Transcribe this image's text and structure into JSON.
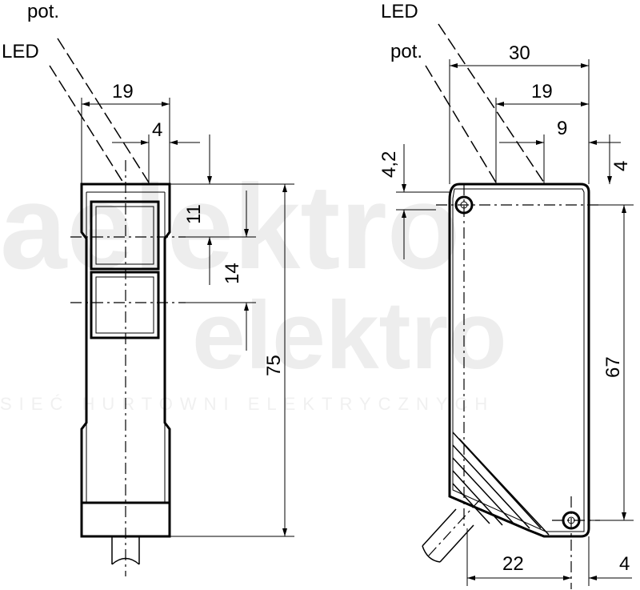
{
  "watermark": {
    "brand": "aelektro",
    "brand_line2": "elektro",
    "tagline": "SIEĆ HURTOWNI ELEKTRYCZNYCH"
  },
  "left_view": {
    "labels": {
      "pot": "pot.",
      "led": "LED"
    },
    "dims": {
      "width": "19",
      "offset": "4",
      "pitch1": "11",
      "pitch2": "14",
      "height": "75"
    }
  },
  "right_view": {
    "labels": {
      "led": "LED",
      "pot": "pot."
    },
    "dims": {
      "width": "30",
      "inner": "19",
      "inner_small": "9",
      "hole_offset": "4,2",
      "edge": "4",
      "height": "67",
      "bottom": "22",
      "bottom_edge": "4"
    }
  }
}
